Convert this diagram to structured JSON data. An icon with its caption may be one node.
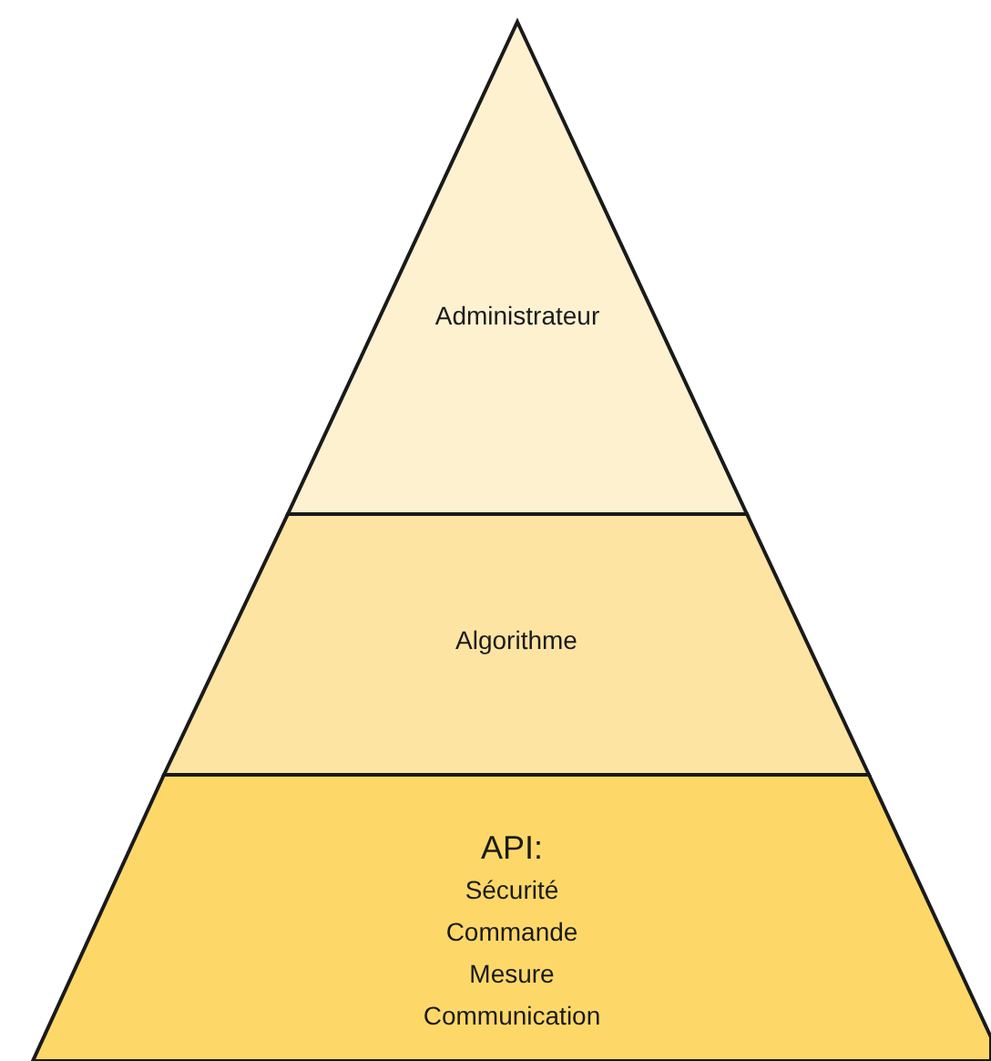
{
  "diagram": {
    "nodes": [
      {
        "text": [
          "Administrateur"
        ]
      },
      {
        "text": [
          "Algorithme"
        ]
      },
      {
        "text": [
          "API:",
          "Sécurité",
          "Commande",
          "Mesure",
          "Communication"
        ]
      }
    ]
  }
}
